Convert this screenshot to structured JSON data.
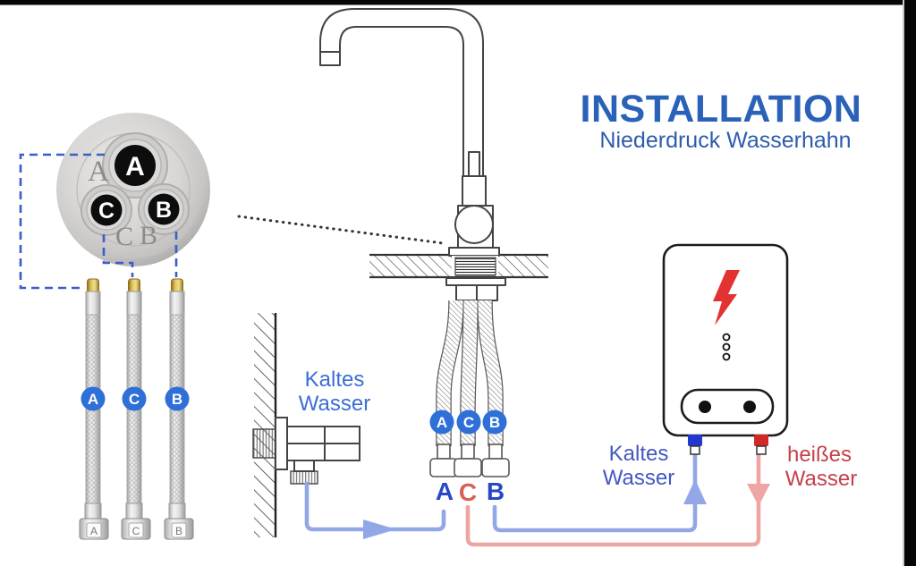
{
  "title": {
    "main": "INSTALLATION",
    "subtitle": "Niederdruck Wasserhahn"
  },
  "colors": {
    "title_blue": "#2a61b9",
    "subtitle_blue": "#2d5cac",
    "azure_label": "#3c6ed6",
    "indigo_label": "#4557c3",
    "red_label": "#c5404a",
    "badge_blue": "#2e6fd8",
    "letter_blue": "#2847c6",
    "letter_red": "#d95f58",
    "line_blue": "#92a7e6",
    "line_red": "#eda6a4",
    "stub_blue": "#2337d0",
    "stub_red": "#d32828",
    "bolt_red": "#e23232",
    "dash_blue": "#3a5ccc"
  },
  "base_view": {
    "hole_labels": [
      "A",
      "C",
      "B"
    ],
    "engraved_labels": [
      "A",
      "C",
      "B"
    ]
  },
  "supply_hoses": {
    "badges": [
      "A",
      "C",
      "B"
    ],
    "nut_labels": [
      "A",
      "C",
      "B"
    ]
  },
  "faucet_connections": {
    "badges": [
      "A",
      "C",
      "B"
    ],
    "port_letters": [
      "A",
      "C",
      "B"
    ]
  },
  "valve_label": {
    "line1": "Kaltes",
    "line2": "Wasser"
  },
  "heater": {
    "cold_label": {
      "line1": "Kaltes",
      "line2": "Wasser"
    },
    "hot_label": {
      "line1": "heißes",
      "line2": "Wasser"
    }
  }
}
